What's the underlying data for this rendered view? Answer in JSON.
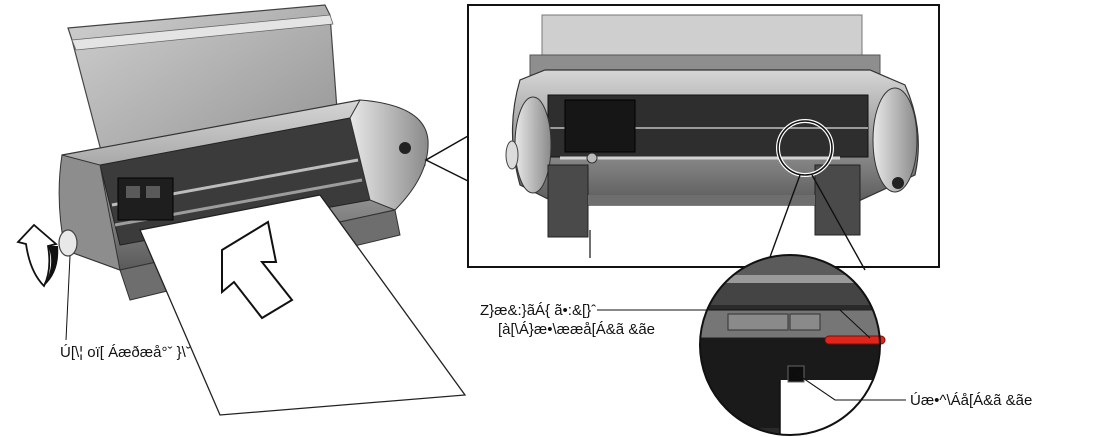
{
  "labels": {
    "knob": "Ú[\\¦ oï[ Áæðæå°ˇ }\\ˇ",
    "guide_line1": "Z}æ&:}ãÁ{ ã•:&[}ˆ",
    "guide_line2": "[à[\\Á}æ•\\ææå[Á&ã &ãe",
    "right_mark": "Úæ•^\\Áå[Á&ã &ãe"
  },
  "colors": {
    "line": "#111111",
    "body_dark": "#3a3a3a",
    "body_mid": "#8e8e8e",
    "body_light": "#c9c9c9",
    "red_mark": "#e0261c"
  },
  "icons": {
    "rotate": "rotate-arrow-icon",
    "feed": "feed-direction-arrow-icon"
  }
}
